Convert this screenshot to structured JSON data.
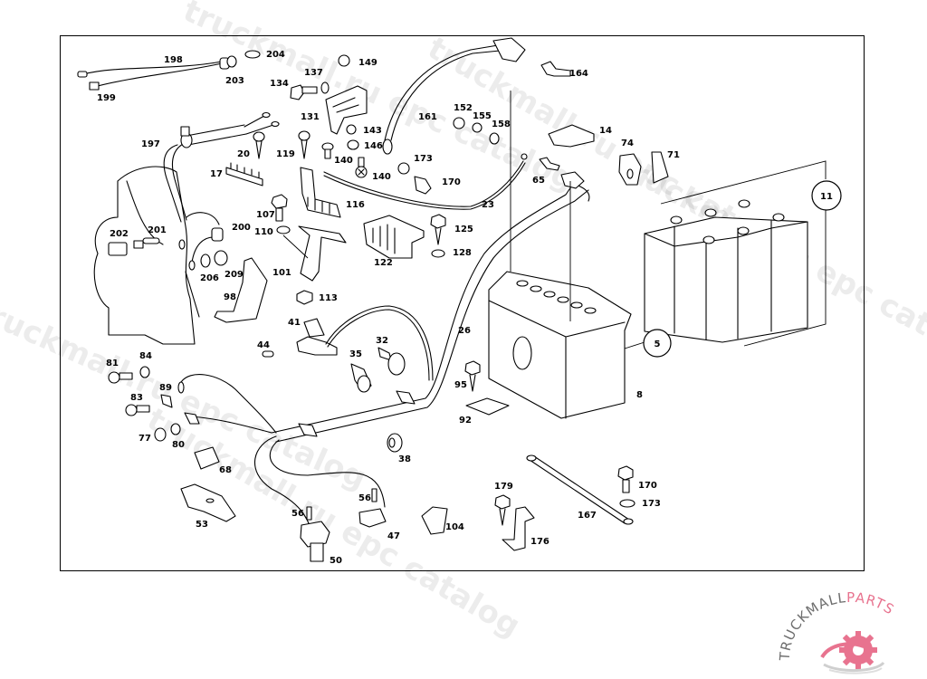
{
  "diagram": {
    "title": "Battery and battery cable parts diagram",
    "callouts": [
      {
        "id": "198",
        "label": "198"
      },
      {
        "id": "199",
        "label": "199"
      },
      {
        "id": "203",
        "label": "203"
      },
      {
        "id": "204",
        "label": "204"
      },
      {
        "id": "134",
        "label": "134"
      },
      {
        "id": "137",
        "label": "137"
      },
      {
        "id": "149",
        "label": "149"
      },
      {
        "id": "131",
        "label": "131"
      },
      {
        "id": "143",
        "label": "143"
      },
      {
        "id": "146",
        "label": "146"
      },
      {
        "id": "119",
        "label": "119"
      },
      {
        "id": "140a",
        "label": "140"
      },
      {
        "id": "140b",
        "label": "140"
      },
      {
        "id": "161",
        "label": "161"
      },
      {
        "id": "152",
        "label": "152"
      },
      {
        "id": "155",
        "label": "155"
      },
      {
        "id": "158",
        "label": "158"
      },
      {
        "id": "164",
        "label": "164"
      },
      {
        "id": "14",
        "label": "14"
      },
      {
        "id": "74",
        "label": "74"
      },
      {
        "id": "71",
        "label": "71"
      },
      {
        "id": "65",
        "label": "65"
      },
      {
        "id": "173a",
        "label": "173"
      },
      {
        "id": "170a",
        "label": "170"
      },
      {
        "id": "23",
        "label": "23"
      },
      {
        "id": "197",
        "label": "197"
      },
      {
        "id": "20",
        "label": "20"
      },
      {
        "id": "17",
        "label": "17"
      },
      {
        "id": "116",
        "label": "116"
      },
      {
        "id": "107",
        "label": "107"
      },
      {
        "id": "110",
        "label": "110"
      },
      {
        "id": "125",
        "label": "125"
      },
      {
        "id": "128",
        "label": "128"
      },
      {
        "id": "122",
        "label": "122"
      },
      {
        "id": "202",
        "label": "202"
      },
      {
        "id": "201",
        "label": "201"
      },
      {
        "id": "200",
        "label": "200"
      },
      {
        "id": "206",
        "label": "206"
      },
      {
        "id": "209",
        "label": "209"
      },
      {
        "id": "101",
        "label": "101"
      },
      {
        "id": "113",
        "label": "113"
      },
      {
        "id": "98",
        "label": "98"
      },
      {
        "id": "41",
        "label": "41"
      },
      {
        "id": "44",
        "label": "44"
      },
      {
        "id": "35",
        "label": "35"
      },
      {
        "id": "32",
        "label": "32"
      },
      {
        "id": "26",
        "label": "26"
      },
      {
        "id": "81",
        "label": "81"
      },
      {
        "id": "84",
        "label": "84"
      },
      {
        "id": "89",
        "label": "89"
      },
      {
        "id": "83",
        "label": "83"
      },
      {
        "id": "77",
        "label": "77"
      },
      {
        "id": "80",
        "label": "80"
      },
      {
        "id": "68",
        "label": "68"
      },
      {
        "id": "53",
        "label": "53"
      },
      {
        "id": "95",
        "label": "95"
      },
      {
        "id": "92",
        "label": "92"
      },
      {
        "id": "8",
        "label": "8"
      },
      {
        "id": "38",
        "label": "38"
      },
      {
        "id": "56a",
        "label": "56"
      },
      {
        "id": "56b",
        "label": "56"
      },
      {
        "id": "50",
        "label": "50"
      },
      {
        "id": "47",
        "label": "47"
      },
      {
        "id": "104",
        "label": "104"
      },
      {
        "id": "179",
        "label": "179"
      },
      {
        "id": "176",
        "label": "176"
      },
      {
        "id": "167",
        "label": "167"
      },
      {
        "id": "170b",
        "label": "170"
      },
      {
        "id": "173b",
        "label": "173"
      }
    ],
    "circled_refs": [
      {
        "id": "11",
        "label": "11"
      },
      {
        "id": "5",
        "label": "5"
      }
    ]
  },
  "watermarks": [
    "truckmall.ru epc catalog",
    "truckmall.ru epc catalog",
    "truckmall.ru epc catalog",
    "truckmall.ru epc catalog",
    "truckmall.ru epc catalog"
  ],
  "logo": {
    "text_left": "TRUCKMALL",
    "text_right": "PARTS",
    "color_text": "#6e6e6e",
    "color_accent": "#e8738f"
  }
}
